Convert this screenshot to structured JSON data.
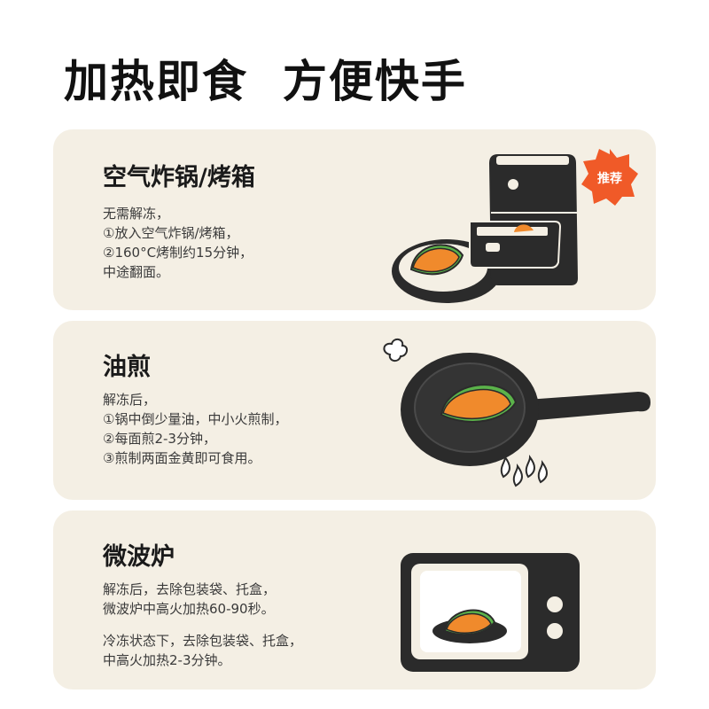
{
  "header": {
    "title": "加热即食  方便快手"
  },
  "methods": [
    {
      "title": "空气炸锅/烤箱",
      "badge": "推荐",
      "lines": [
        "无需解冻，",
        "①放入空气炸锅/烤箱，",
        "②160°C烤制约15分钟，",
        "中途翻面。"
      ]
    },
    {
      "title": "油煎",
      "lines": [
        "解冻后，",
        "①锅中倒少量油，中小火煎制，",
        "②每面煎2-3分钟，",
        "③煎制两面金黄即可食用。"
      ]
    },
    {
      "title": "微波炉",
      "lines": [
        "解冻后，去除包装袋、托盒，",
        "微波炉中高火加热60-90秒。"
      ],
      "lines2": [
        "冷冻状态下，去除包装袋、托盒，",
        "中高火加热2-3分钟。"
      ]
    }
  ],
  "colors": {
    "card_bg": "#f4efe4",
    "appliance": "#2b2b2b",
    "filling_orange": "#f08a2c",
    "lettuce_green": "#5bb34a",
    "badge_red": "#f05a28"
  },
  "icons": [
    "air-fryer-icon",
    "frying-pan-icon",
    "microwave-icon",
    "steam-icon",
    "flame-icon",
    "recommend-badge-icon"
  ]
}
